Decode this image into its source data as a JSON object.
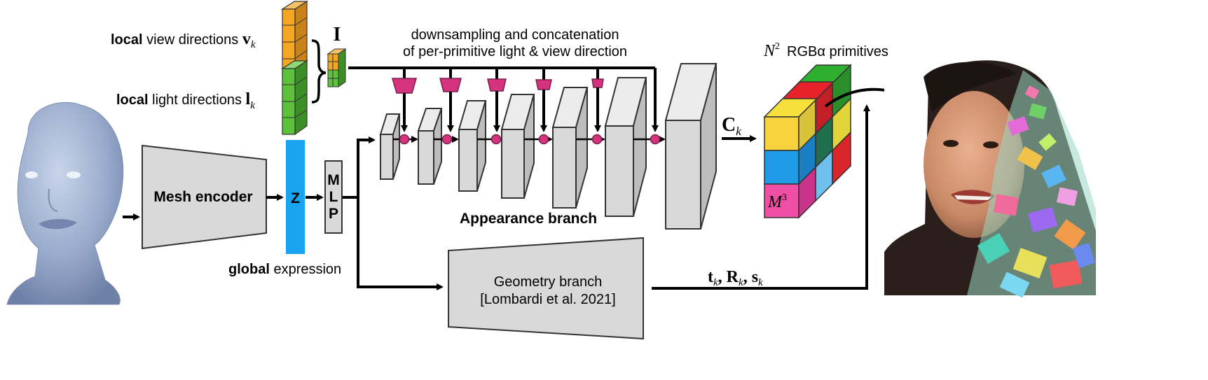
{
  "labels": {
    "local_word": "local",
    "view_dir_text": " view directions ",
    "view_dir_symbol": "v",
    "view_dir_sub": "k",
    "light_dir_text": " light directions ",
    "light_dir_symbol": "l",
    "light_dir_sub": "k",
    "image_symbol": "I",
    "downsampling_line1": "downsampling and concatenation",
    "downsampling_line2": "of per-primitive light & view direction",
    "mesh_encoder": "Mesh encoder",
    "z_symbol": "Z",
    "mlp_letters": [
      "M",
      "L",
      "P"
    ],
    "global_word": "global",
    "expression_word": " expression",
    "appearance_branch": "Appearance branch",
    "geometry_line1": "Geometry branch",
    "geometry_line2": "[Lombardi et al. 2021]",
    "ck_symbol": "C",
    "ck_sub": "k",
    "primitives_n": "N",
    "primitives_exp": "2",
    "primitives_text": "RGBα primitives",
    "m3_symbol": "M",
    "m3_exp": "3",
    "geometry_output": "t",
    "geometry_output_rest": ", R",
    "geometry_output_rest2": ", s",
    "k_sub": "k"
  },
  "colors": {
    "mesh_face": "#a9b9d6",
    "latent_z": "#1aa3f0",
    "view_cube": "#f5a623",
    "light_cube": "#5cc13b",
    "downsample": "#d6337f",
    "rgba_top": [
      "#2eaf2e",
      "#e8222b",
      "#f7e03c"
    ],
    "rgba_front": [
      "#f7d23c",
      "#1f9be6",
      "#f04fa6"
    ]
  }
}
